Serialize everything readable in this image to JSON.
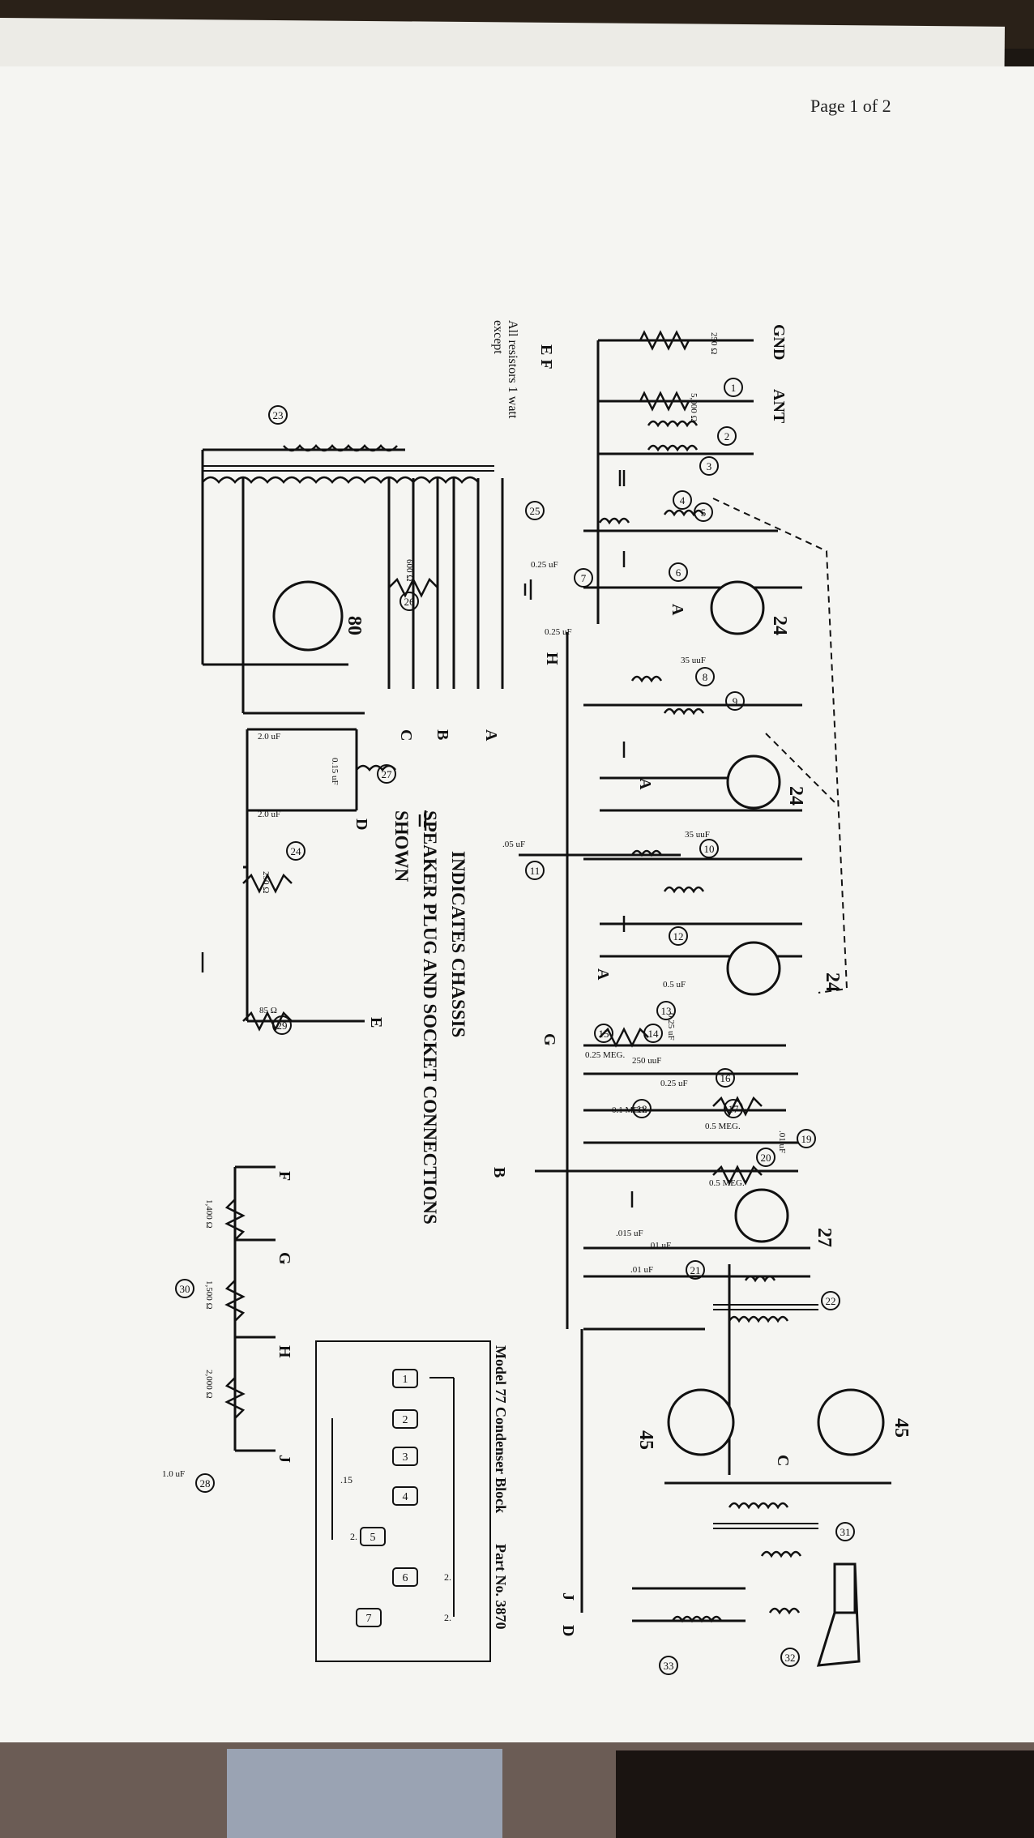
{
  "page": {
    "header_fragment": "Page 1 of 2"
  },
  "terminals": {
    "gnd": "GND",
    "ant": "ANT",
    "ef": "E F",
    "a": "A",
    "b": "B",
    "c": "C",
    "d": "D",
    "e": "E",
    "f": "F",
    "g": "G",
    "h": "H",
    "j": "J"
  },
  "tubes": [
    "24",
    "24",
    "24",
    "27",
    "45",
    "45",
    "80"
  ],
  "component_values": {
    "r_250": "250 Ω",
    "r_5000": "5,000 Ω",
    "r_600": "600 Ω",
    "c_025": "0.25 uF",
    "c_025b": "0.25 uF",
    "c_35": "35 uuF",
    "c_35b": "35 uuF",
    "c_05": ".05 uF",
    "c_05b": "0.5 uF",
    "c_025c": "0.25 uF",
    "r_025meg": "0.25 MEG.",
    "c_250": "250 uuF",
    "c_025d": "0.25 uF",
    "r_01meg": "0.1 MEG.",
    "r_05meg": "0.5 MEG.",
    "c_01": ".01 uF",
    "r_05megb": "0.5 MEG.",
    "c_015": ".015 uF",
    "c_01b": ".01 uF",
    "c_01c": ".01 uF",
    "c_2uf": "2.0 uF",
    "c_015b": "0.15 uF",
    "c_2ufb": "2.0 uF",
    "r_250b": "250 Ω",
    "r_85": "85 Ω",
    "r_1400": "1,400 Ω",
    "r_1500": "1,500 Ω",
    "r_2000": "2,000 Ω",
    "c_1uf": "1.0 uF"
  },
  "circled_numbers": [
    "1",
    "2",
    "3",
    "4",
    "5",
    "6",
    "7",
    "8",
    "9",
    "10",
    "11",
    "12",
    "13",
    "14",
    "15",
    "16",
    "17",
    "18",
    "19",
    "20",
    "21",
    "22",
    "23",
    "24",
    "25",
    "26",
    "27",
    "28",
    "29",
    "30",
    "31",
    "32",
    "33"
  ],
  "notes": {
    "resistors_line1": "All resistors 1 watt",
    "resistors_line2": "except",
    "legend_line1": "INDICATES CHASSIS",
    "legend_line2": "SPEAKER PLUG AND SOCKET CONNECTIONS",
    "legend_line3": "SHOWN"
  },
  "condenser_block": {
    "title": "Model 77 Condenser Block",
    "part": "Part No. 3870",
    "pins": [
      "1",
      "2",
      "3",
      "4",
      "5",
      "6",
      "7"
    ],
    "values": [
      ".15",
      "2.",
      "2.",
      "2."
    ]
  },
  "colors": {
    "paper": "#f5f5f2",
    "ink": "#111111",
    "desk": "#1c1712"
  }
}
